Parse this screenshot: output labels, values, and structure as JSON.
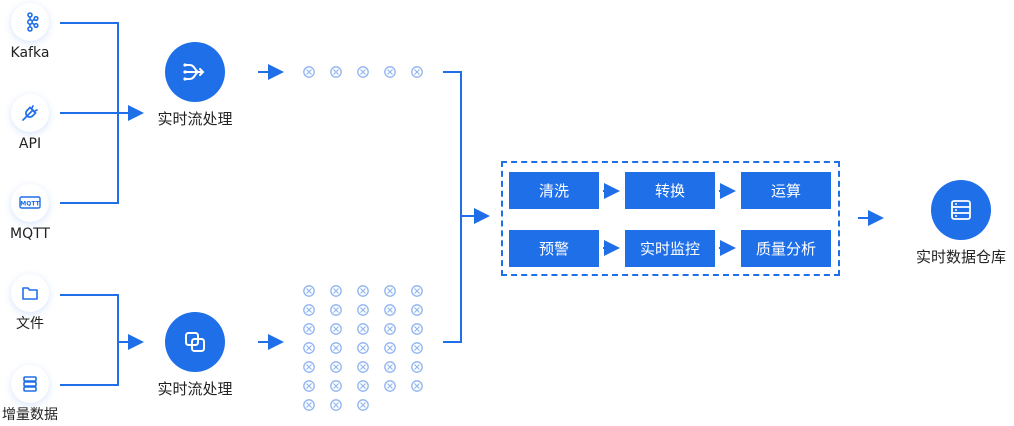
{
  "sources": [
    {
      "label": "Kafka",
      "icon": "kafka-icon"
    },
    {
      "label": "API",
      "icon": "plug-icon"
    },
    {
      "label": "MQTT",
      "icon": "mqtt-icon"
    },
    {
      "label": "文件",
      "icon": "folder-icon"
    },
    {
      "label": "增量数据",
      "icon": "database-icon"
    }
  ],
  "processors": [
    {
      "label": "实时流处理",
      "icon": "stream-icon"
    },
    {
      "label": "实时流处理",
      "icon": "copy-icon"
    }
  ],
  "steps": [
    {
      "label": "清洗"
    },
    {
      "label": "转换"
    },
    {
      "label": "运算"
    },
    {
      "label": "预警"
    },
    {
      "label": "实时监控"
    },
    {
      "label": "质量分析"
    }
  ],
  "warehouse": {
    "label": "实时数据仓库",
    "icon": "server-icon"
  },
  "colors": {
    "accent": "#1f6fe8",
    "token": "#8fb4f0"
  }
}
